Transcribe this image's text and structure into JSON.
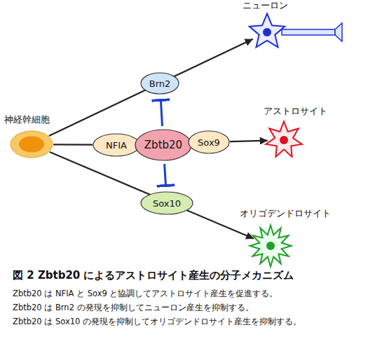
{
  "diagram": {
    "caption": "図 2 Zbtb20 によるアストロサイト産生の分子メカニズム",
    "nodes": [
      {
        "text": [
          "ニューロン"
        ]
      },
      {
        "text": [
          "Brn2"
        ]
      },
      {
        "text": [
          "神経幹細胞"
        ]
      },
      {
        "text": [
          "NFIA"
        ]
      },
      {
        "text": [
          "Zbtb20"
        ]
      },
      {
        "text": [
          "Sox9"
        ]
      },
      {
        "text": [
          "アストロサイト"
        ]
      },
      {
        "text": [
          "Sox10"
        ]
      },
      {
        "text": [
          "オリゴデンドロサイト"
        ]
      }
    ],
    "edges": [
      {
        "from": 2,
        "to": 0,
        "arrow": "to"
      },
      {
        "from": 2,
        "to": 3,
        "arrow": "none"
      },
      {
        "from": 5,
        "to": 6,
        "arrow": "to"
      },
      {
        "from": 2,
        "to": 8,
        "arrow": "to"
      },
      {
        "from": 4,
        "to": 1,
        "arrow": "to"
      },
      {
        "from": 4,
        "to": 7,
        "arrow": "to"
      }
    ],
    "labels": [
      "Zbtb20 は NFIA と Sox9 と協調してアストロサイト産生を促進する。",
      "Zbtb20 は Brn2 の発現を抑制してニューロン産生を抑制する。",
      "Zbtb20 は Sox10 の発現を抑制してオリゴデンドロサイト産生を抑制する。"
    ]
  }
}
